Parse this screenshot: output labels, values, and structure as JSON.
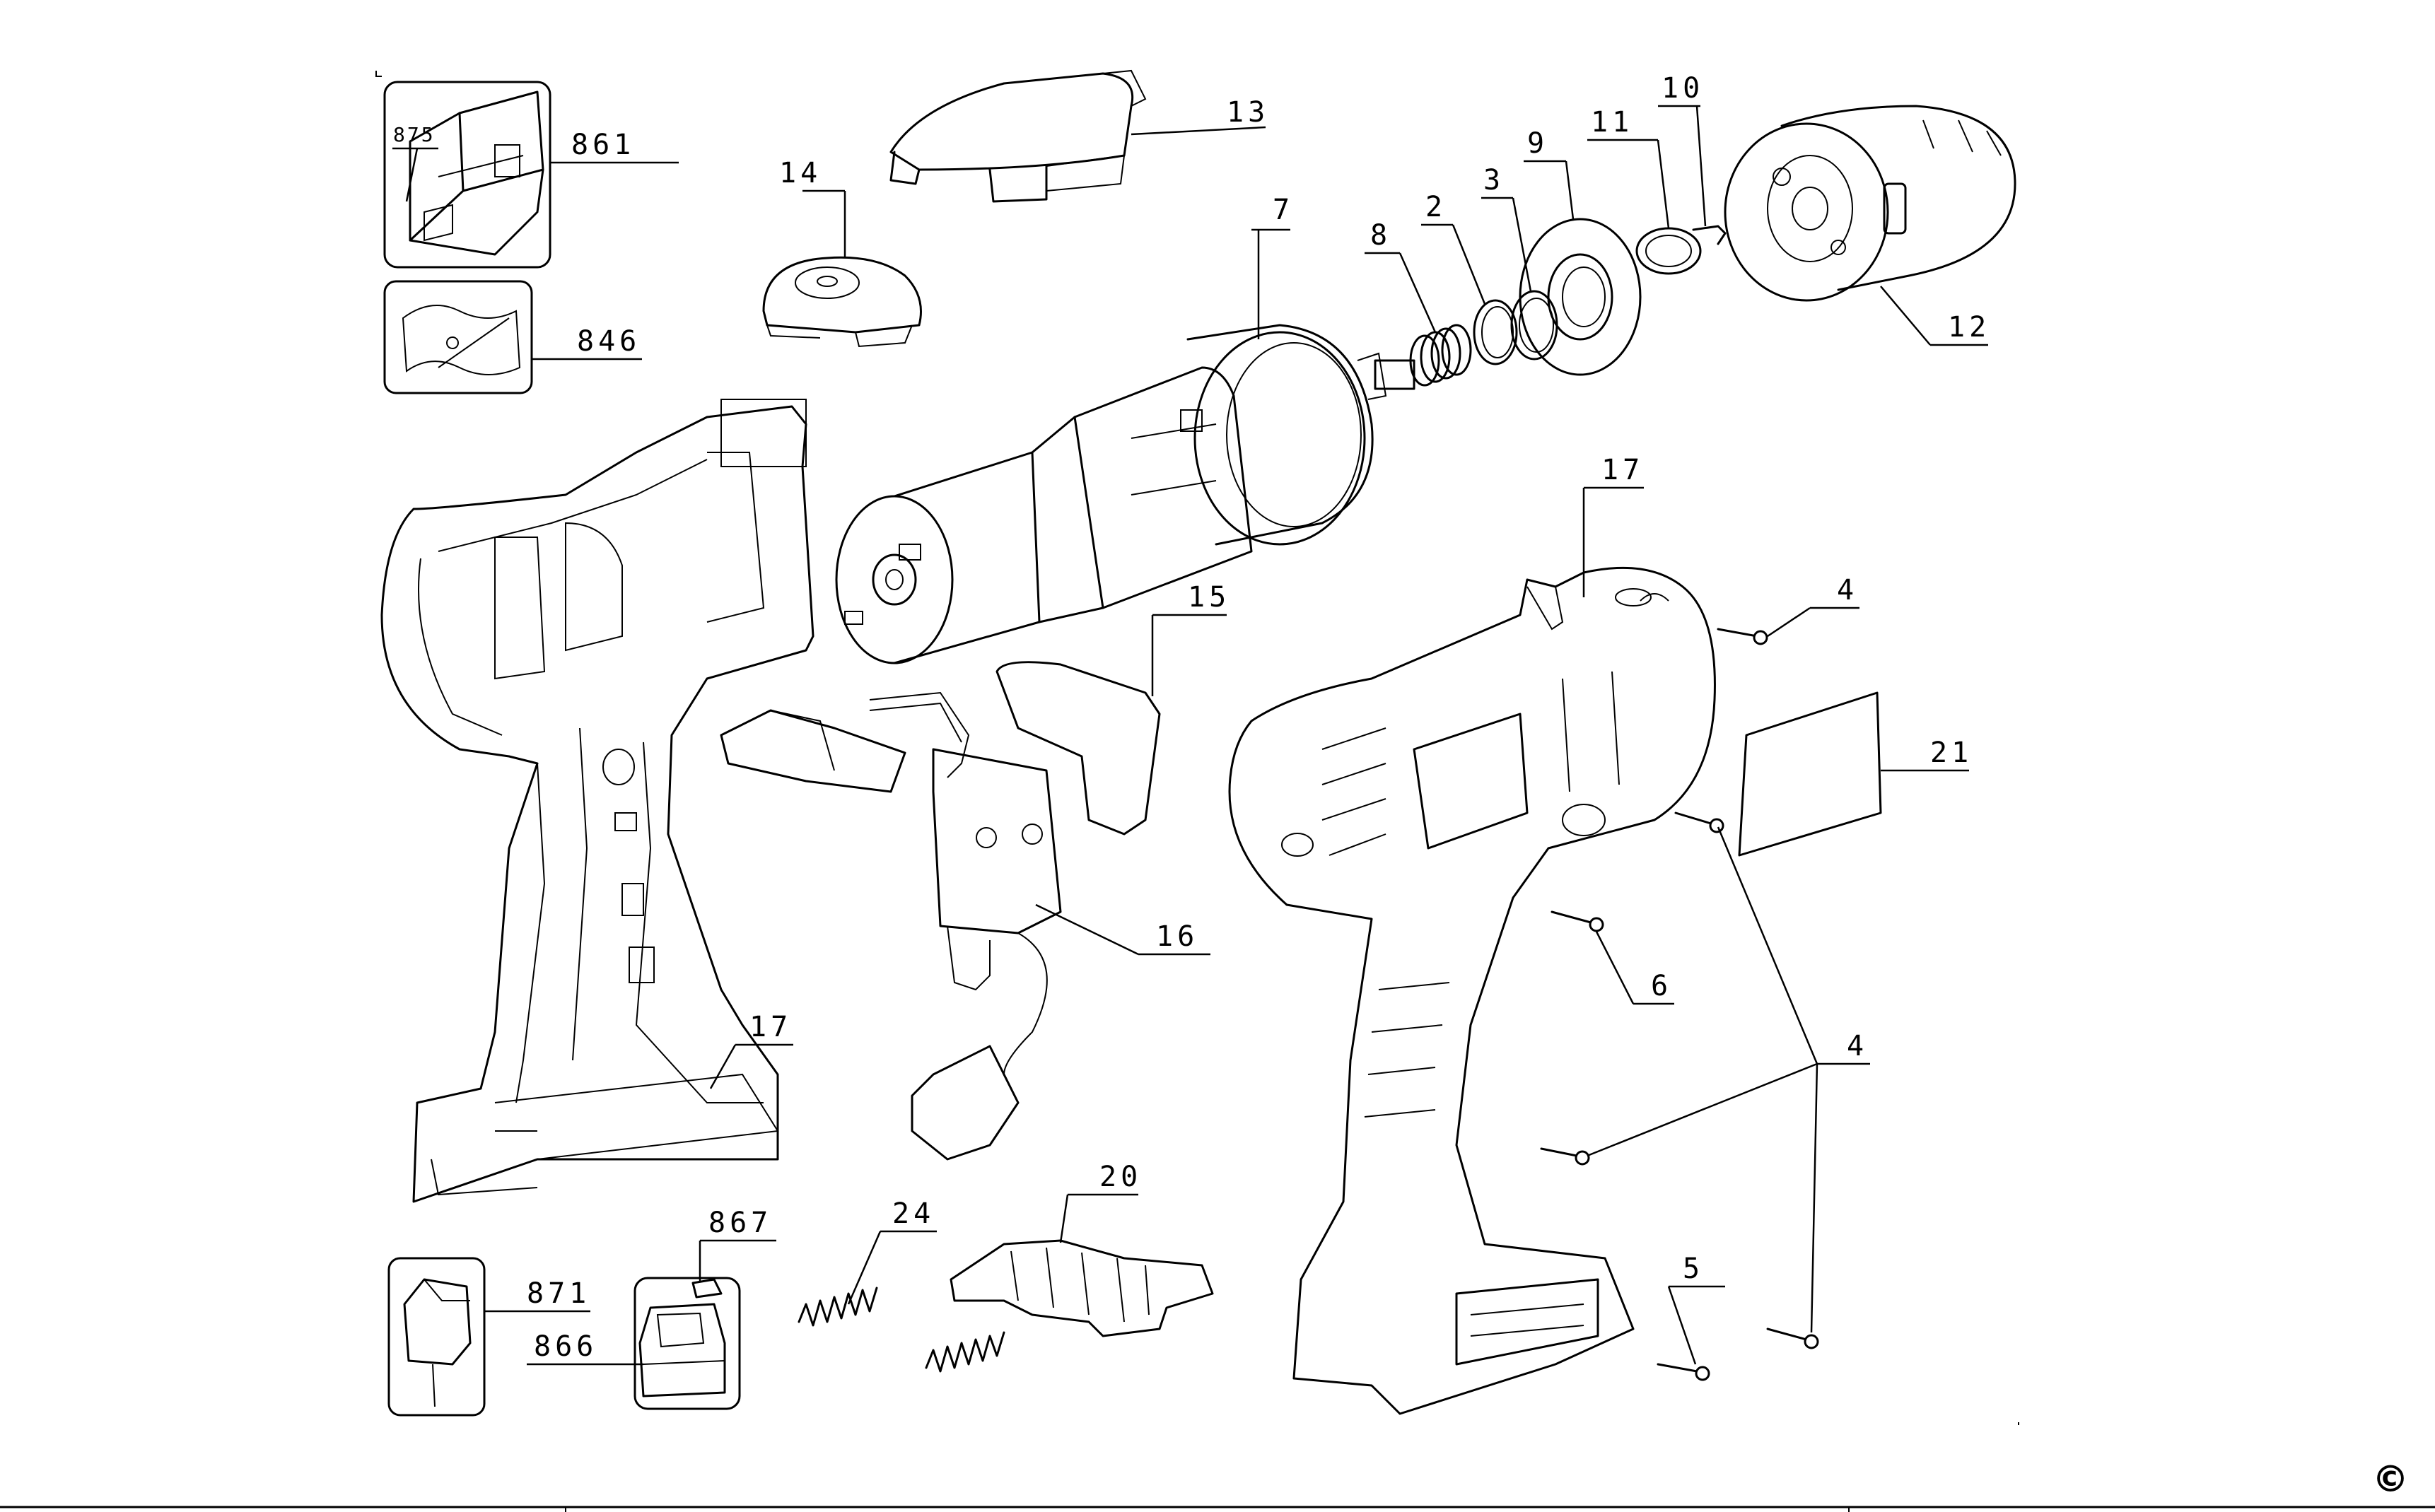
{
  "labels": {
    "p861": "861",
    "p875": "875",
    "p846": "846",
    "p13": "13",
    "p14": "14",
    "p7": "7",
    "p8": "8",
    "p2": "2",
    "p3": "3",
    "p9": "9",
    "p11": "11",
    "p10": "10",
    "p12": "12",
    "p17_top": "17",
    "p4_top": "4",
    "p15": "15",
    "p21": "21",
    "p16": "16",
    "p6": "6",
    "p4_mid": "4",
    "p17_bottom": "17",
    "p867": "867",
    "p24": "24",
    "p20": "20",
    "p871": "871",
    "p866": "866",
    "p5": "5"
  },
  "copyright_symbol": "©"
}
